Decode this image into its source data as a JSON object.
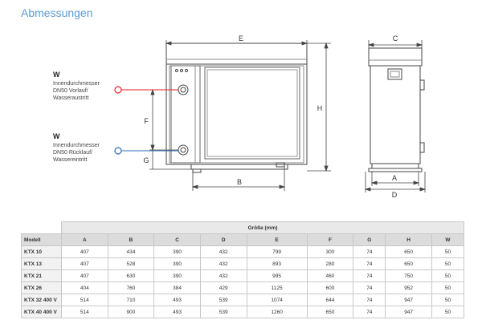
{
  "page": {
    "title": "Abmessungen"
  },
  "drawing": {
    "dims": {
      "E": "E",
      "H": "H",
      "F": "F",
      "G": "G",
      "B": "B",
      "C": "C",
      "A": "A",
      "D": "D"
    },
    "outlet": {
      "code": "W",
      "line1": "Innendurchmesser",
      "line2": "DN50 Vorlauf/",
      "line3": "Wasseraustritt"
    },
    "inlet": {
      "code": "W",
      "line1": "Innendurchmesser",
      "line2": "DN50 Rücklauf/",
      "line3": "Wassereintritt"
    },
    "colors": {
      "outlet": "#e2232a",
      "inlet": "#2a6fb5"
    }
  },
  "table": {
    "group_header": "Größe (mm)",
    "columns": [
      "Modell",
      "A",
      "B",
      "C",
      "D",
      "E",
      "F",
      "G",
      "H",
      "W"
    ],
    "rows": [
      [
        "KTX 10",
        "407",
        "434",
        "390",
        "432",
        "799",
        "300",
        "74",
        "650",
        "50"
      ],
      [
        "KTX 13",
        "407",
        "528",
        "390",
        "432",
        "893",
        "280",
        "74",
        "650",
        "50"
      ],
      [
        "KTX 21",
        "407",
        "630",
        "390",
        "432",
        "995",
        "460",
        "74",
        "750",
        "50"
      ],
      [
        "KTX 26",
        "404",
        "760",
        "384",
        "429",
        "1125",
        "600",
        "74",
        "952",
        "50"
      ],
      [
        "KTX 32 400 V",
        "514",
        "710",
        "493",
        "539",
        "1074",
        "644",
        "74",
        "947",
        "50"
      ],
      [
        "KTX 40 400 V",
        "514",
        "900",
        "493",
        "539",
        "1260",
        "650",
        "74",
        "947",
        "50"
      ]
    ]
  }
}
